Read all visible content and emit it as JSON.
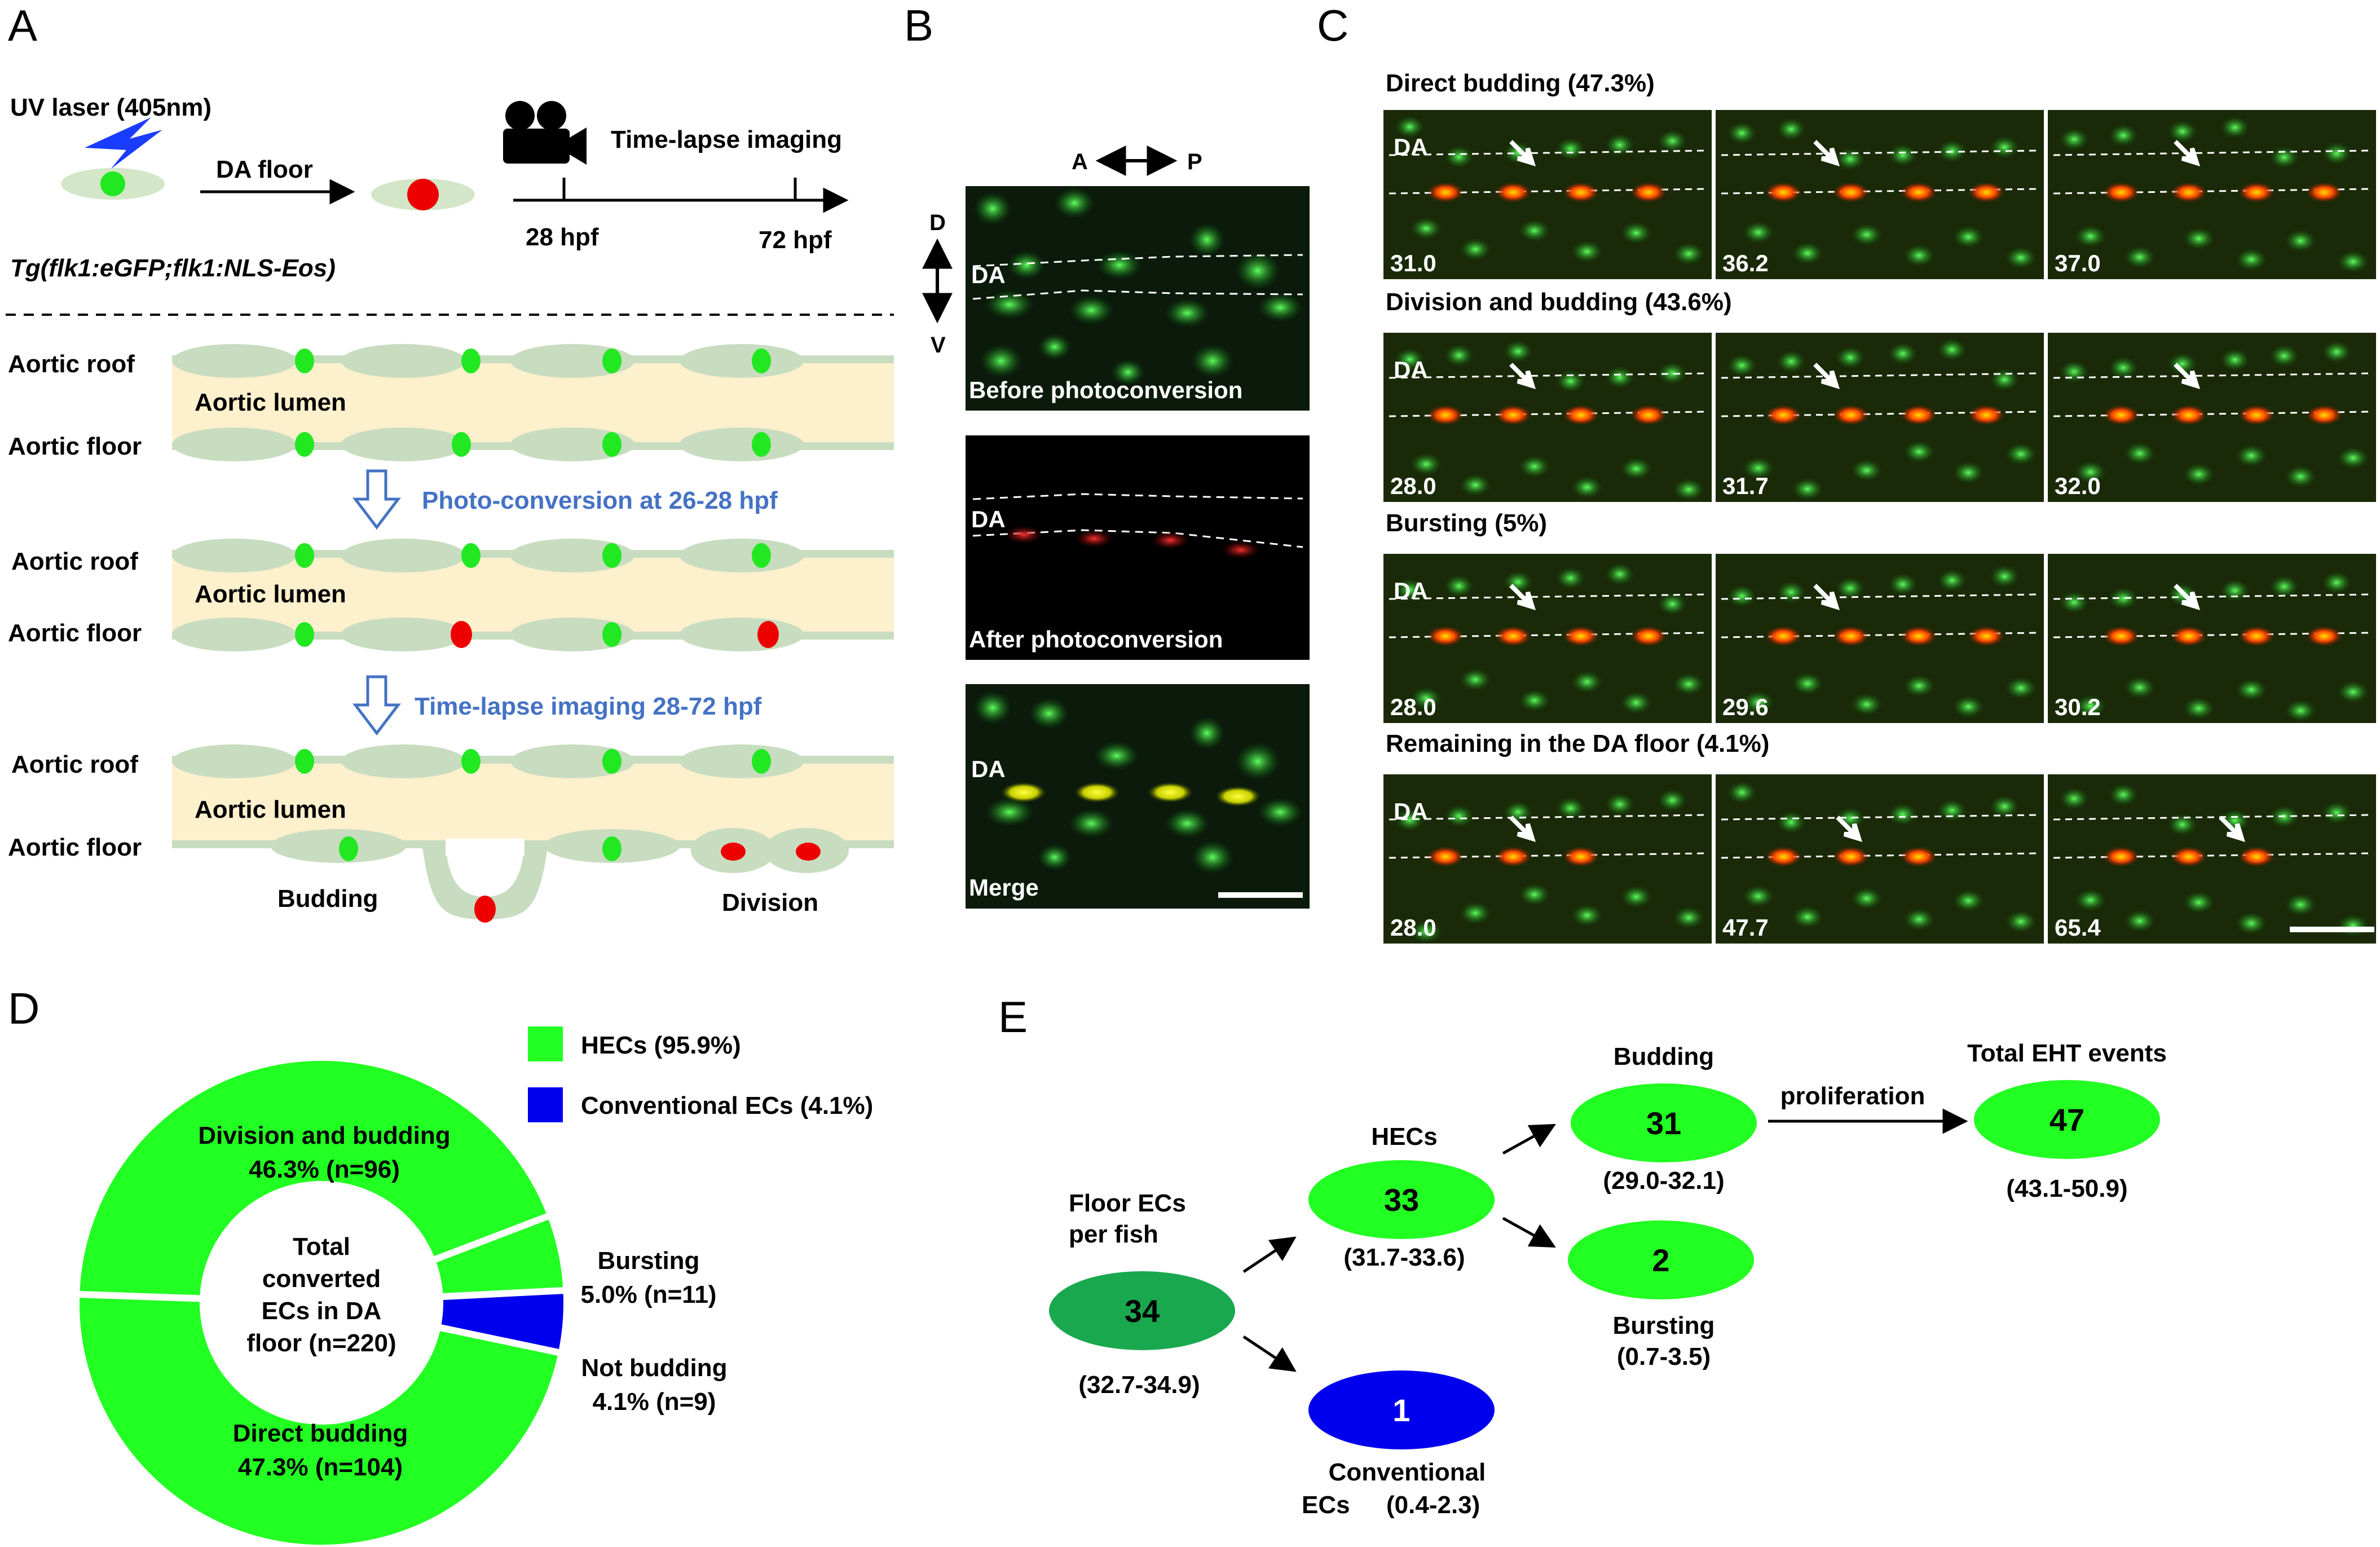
{
  "panels": {
    "a": "A",
    "b": "B",
    "c": "C",
    "d": "D",
    "e": "E"
  },
  "panel_a": {
    "laser": "UV laser (405nm)",
    "da_floor": "DA floor",
    "transgene": "Tg(flk1:eGFP;flk1:NLS-Eos)",
    "timelapse": "Time-lapse imaging",
    "t_start": "28 hpf",
    "t_end": "72 hpf",
    "roof": "Aortic roof",
    "lumen": "Aortic lumen",
    "floor": "Aortic floor",
    "step1": "Photo-conversion at 26-28 hpf",
    "step2": "Time-lapse imaging 28-72 hpf",
    "budding": "Budding",
    "division": "Division"
  },
  "panel_b": {
    "a": "A",
    "p": "P",
    "d": "D",
    "v": "V",
    "da": "DA",
    "before": "Before photoconversion",
    "after": "After photoconversion",
    "merge": "Merge"
  },
  "panel_c": {
    "da": "DA",
    "rows": [
      {
        "title": "Direct budding (47.3%)",
        "times": [
          "31.0",
          "36.2",
          "37.0"
        ]
      },
      {
        "title": "Division and budding (43.6%)",
        "times": [
          "28.0",
          "31.7",
          "32.0"
        ]
      },
      {
        "title": "Bursting (5%)",
        "times": [
          "28.0",
          "29.6",
          "30.2"
        ]
      },
      {
        "title": "Remaining in the DA floor (4.1%)",
        "times": [
          "28.0",
          "47.7",
          "65.4"
        ]
      }
    ]
  },
  "panel_d": {
    "legend": [
      {
        "label": "HECs (95.9%)",
        "color": "#22ff22"
      },
      {
        "label": "Conventional ECs (4.1%)",
        "color": "#0000ee"
      }
    ],
    "center": [
      "Total",
      "converted",
      "ECs in DA",
      "floor (n=220)"
    ],
    "slices": [
      {
        "name": "Division and budding",
        "pct": "46.3% (n=96)",
        "value": 96,
        "color": "#22ff22"
      },
      {
        "name": "Bursting",
        "pct": "5.0% (n=11)",
        "value": 11,
        "color": "#22ff22"
      },
      {
        "name": "Not budding",
        "pct": "4.1% (n=9)",
        "value": 9,
        "color": "#0000ee"
      },
      {
        "name": "Direct budding",
        "pct": "47.3% (n=104)",
        "value": 104,
        "color": "#22ff22"
      }
    ]
  },
  "panel_e": {
    "floor_label": [
      "Floor ECs",
      "per fish"
    ],
    "floor_value": "34",
    "floor_ci": "(32.7-34.9)",
    "hecs_label": "HECs",
    "hecs_value": "33",
    "hecs_ci": "(31.7-33.6)",
    "conv_value": "1",
    "conv_label": [
      "Conventional",
      "ECs"
    ],
    "conv_ci": "(0.4-2.3)",
    "budding_label": "Budding",
    "budding_value": "31",
    "budding_ci": "(29.0-32.1)",
    "bursting_value": "2",
    "bursting_label": "Bursting",
    "bursting_ci": "(0.7-3.5)",
    "proliferation": "proliferation",
    "total_label": "Total EHT events",
    "total_value": "47",
    "total_ci": "(43.1-50.9)",
    "colors": {
      "floor": "#1aa84f",
      "hecs": "#22ff22",
      "conv": "#0000ee"
    }
  }
}
